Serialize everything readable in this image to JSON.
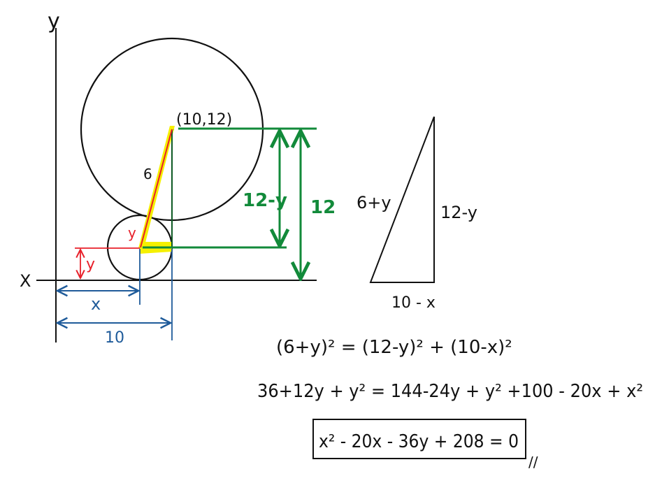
{
  "colors": {
    "ink": "#111111",
    "red": "#e8202a",
    "green": "#128a3a",
    "blue": "#1f5b9a",
    "highlight": "#f5f000"
  },
  "axes": {
    "x_label": "X",
    "y_label": "y"
  },
  "diagram": {
    "center_label": "(10,12)",
    "radius_label": "6",
    "small_radius_label": "y",
    "height_y_label": "y",
    "dx_label": "x",
    "d10_label": "10",
    "diff_label": "12-y",
    "full_label": "12"
  },
  "triangle": {
    "hyp": "6+y",
    "vertical": "12-y",
    "base": "10 - x"
  },
  "equations": {
    "line1": "(6+y)² = (12-y)² + (10-x)²",
    "line2": "36+12y + y² = 144-24y + y² +100 - 20x + x²",
    "result": "x² - 20x - 36y + 208 = 0",
    "end_mark": "//"
  }
}
